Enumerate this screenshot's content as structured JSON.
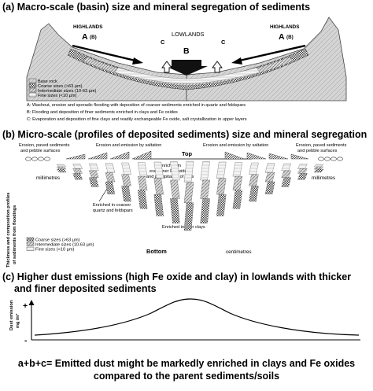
{
  "panel_a": {
    "title": "(a) Macro-scale (basin) size and mineral segregation of sediments",
    "highlands_left": "HIGHLANDS",
    "highlands_right": "HIGHLANDS",
    "a_left": "A",
    "b_left": "(B)",
    "a_right": "A",
    "b_right": "(B)",
    "lowlands": "LOWLANDS",
    "label_b": "B",
    "label_c_left": "C",
    "label_c_right": "C",
    "legend": [
      "Base rock",
      "Coarse sizes (>63 µm)",
      "Intermediate sizes (10-63 µm)",
      "Fine sizes (<10 µm)"
    ],
    "notes": [
      "A: Washout, erosion and sporadic flooding with deposition of coarser sediments enriched in quartz and feldspars",
      "B: Flooding and deposition of finer sediments enriched in clays and Fe oxides",
      "C: Evaporation and deposition of fine clays and readily exchangeable Fe oxide, salt crystallization in upper layers"
    ]
  },
  "panel_b": {
    "title": "(b) Micro-scale (profiles of deposited sediments) size and mineral segregation",
    "y_label_1": "Thickness and composition profiles",
    "y_label_2": "of sediments from floodings",
    "erosion_left_1": "Erosion, paved sediments",
    "erosion_left_2": "and pebble surfaces",
    "erosion_right_1": "Erosion, paved sediments",
    "erosion_right_2": "and pebble surfaces",
    "saltation_left": "Erosion and emission by saltation",
    "saltation_right": "Erosion and emission by saltation",
    "top": "Top",
    "bottom": "Bottom",
    "millimetres_left": "millimetres",
    "millimetres_right": "millimetres",
    "centimetres": "centimetres",
    "fe_1": "Enriched in",
    "fe_2": "even finer Fe oxides",
    "fe_3": "and precipitation of salts",
    "coarse_1": "Enriched in coarser",
    "coarse_2": "quartz and feldspars",
    "finer_clays": "Enriched in finer clays",
    "legend": [
      "Coarse sizes (>63 µm)",
      "Intermediate sizes (10-63 µm)",
      "Fine sizes (<10 µm)"
    ]
  },
  "panel_c": {
    "title_1": "(c) Higher dust emissions (high Fe oxide and clay) in lowlands with thicker",
    "title_2": "and finer deposited sediments",
    "y_label_1": "Dust emission",
    "y_label_2": "mg /m²",
    "plus": "+",
    "minus": "-"
  },
  "conclusion": {
    "line_1": "a+b+c= Emitted dust might be markedly enriched in clays and Fe oxides",
    "line_2": "compared to the parent sediments/soils"
  },
  "colors": {
    "coarse": "#555555",
    "intermediate": "#bdbdbd",
    "fine": "#ededed",
    "rock": "#cfcfcf",
    "line": "#000000"
  }
}
